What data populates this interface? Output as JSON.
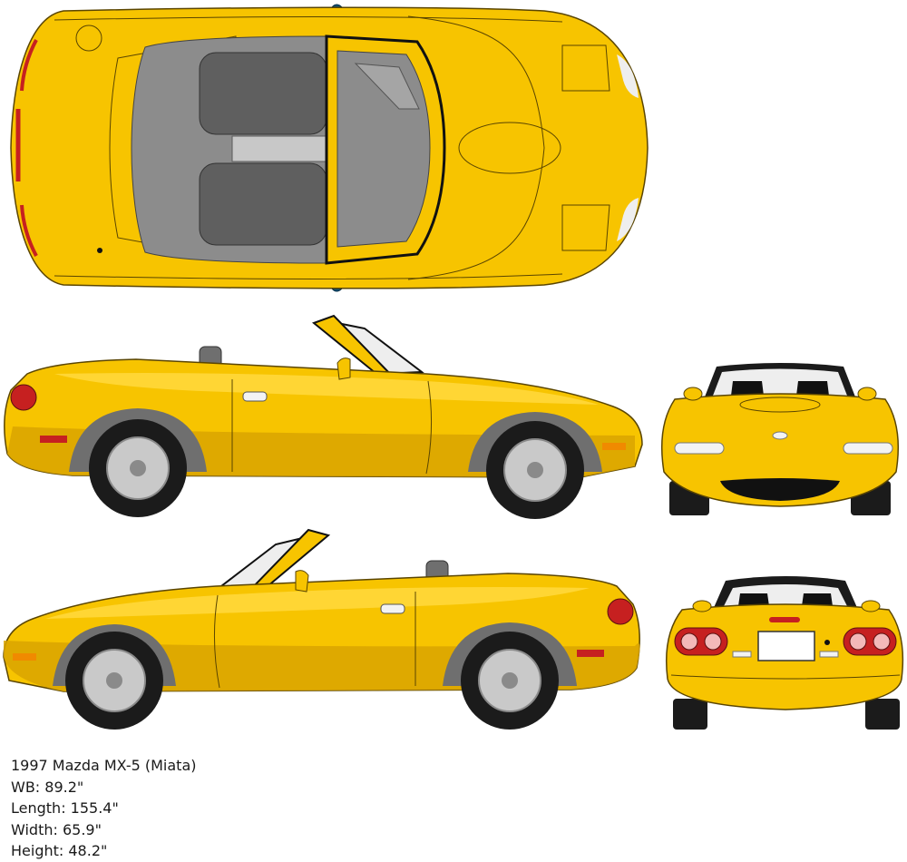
{
  "specs": {
    "title": "1997 Mazda MX-5 (Miata)",
    "wb": "WB: 89.2\"",
    "length": "Length: 155.4\"",
    "width": "Width: 65.9\"",
    "height": "Height: 48.2\""
  },
  "colors": {
    "body": "#f7c400",
    "body_shade": "#d9a400",
    "body_highlight": "#ffd83a",
    "outline": "#5a4500",
    "interior": "#8c8c8c",
    "interior_dark": "#5f5f5f",
    "black": "#111111",
    "tire": "#1b1b1b",
    "rim": "#c9c9c9",
    "rim_dark": "#8a8a8a",
    "fender_liner": "#6f6f6f",
    "taillight": "#c62020",
    "taillight_inner": "#f3b9b9",
    "signal": "#f08a00",
    "mirror_blue": "#0f4d73",
    "glass": "#eeeeee",
    "headlight": "#f3f3f3"
  }
}
